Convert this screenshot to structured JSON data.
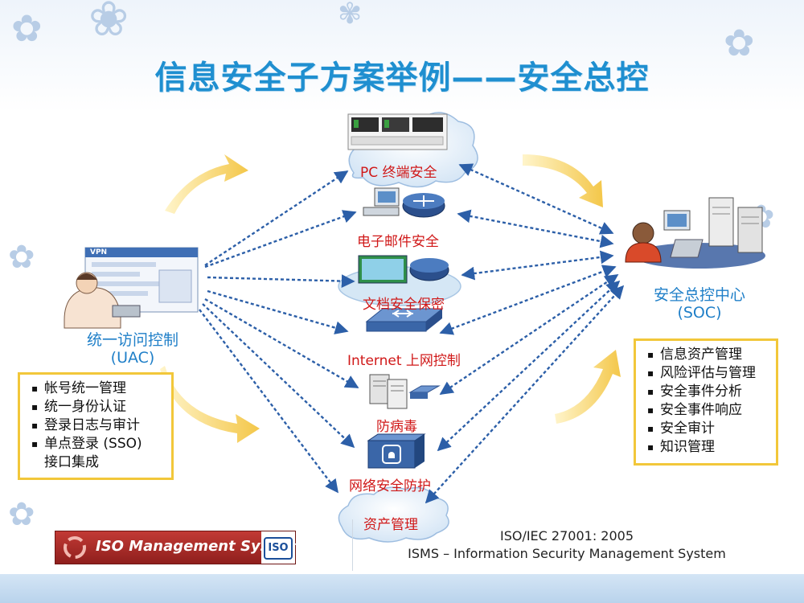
{
  "title": "信息安全子方案举例——安全总控",
  "nodes": {
    "pc": "PC 终端安全",
    "email": "电子邮件安全",
    "doc": "文档安全保密",
    "internet": "Internet 上网控制",
    "antivirus": "防病毒",
    "network": "网络安全防护",
    "asset": "资产管理"
  },
  "uac": {
    "title": "统一访问控制",
    "abbr": "(UAC)",
    "items": [
      "帐号统一管理",
      "统一身份认证",
      "登录日志与审计",
      "单点登录 (SSO)",
      "接口集成"
    ],
    "screen_caption": "VPN"
  },
  "soc": {
    "title": "安全总控中心",
    "abbr": "(SOC)",
    "items": [
      "信息资产管理",
      "风险评估与管理",
      "安全事件分析",
      "安全事件响应",
      "安全审计",
      "知识管理"
    ]
  },
  "footer": {
    "logo_text": "ISO Management Systems",
    "badge": "ISO",
    "line1": "ISO/IEC 27001: 2005",
    "line2": "ISMS – Information Security Management System"
  },
  "colors": {
    "title": "#1f8fd0",
    "node_label": "#d01818",
    "arrow": "#2c5fa8",
    "side_label": "#1f7fc8",
    "box_border": "#f2c73a"
  }
}
